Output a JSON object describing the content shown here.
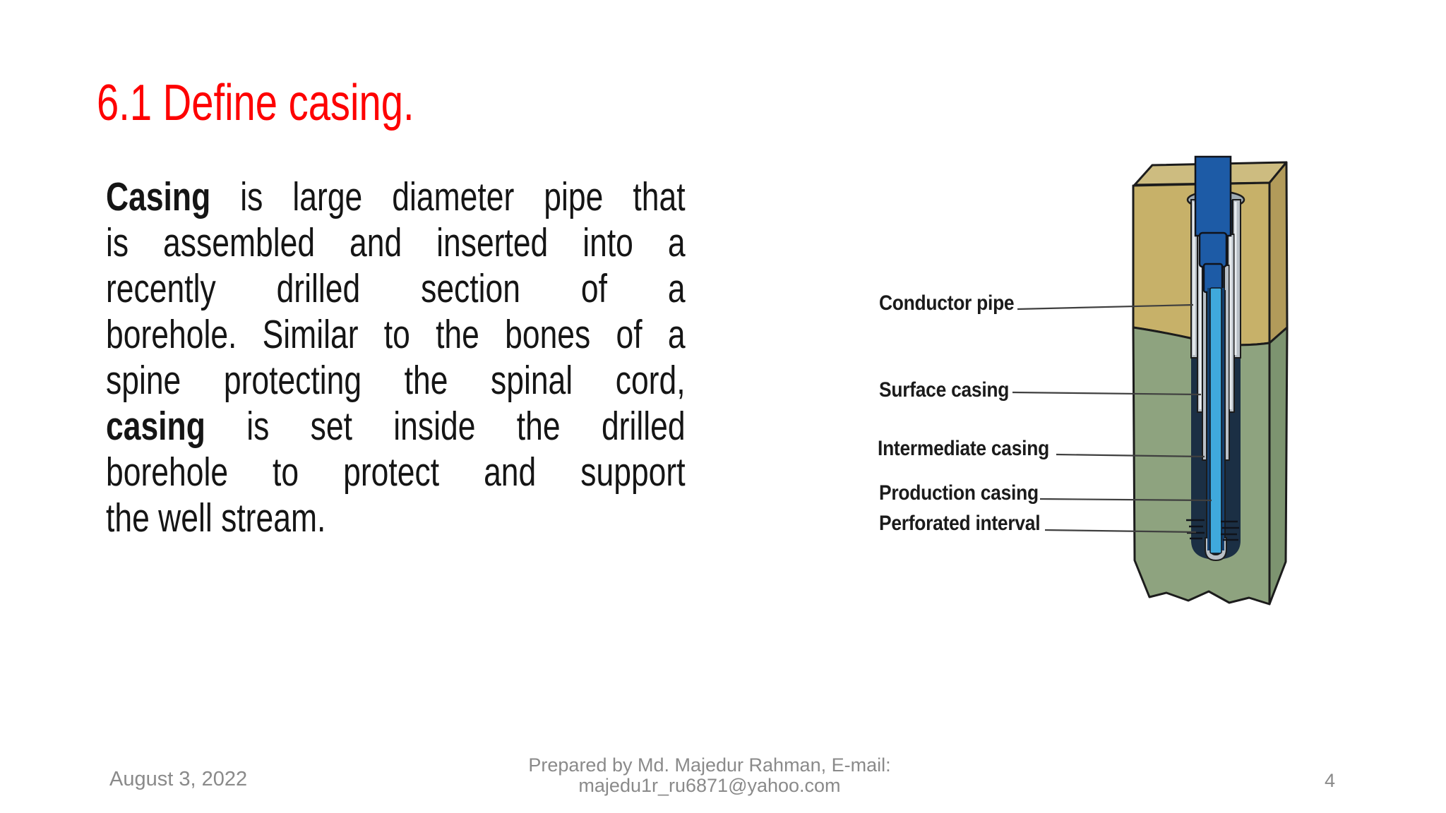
{
  "slide": {
    "title": "6.1 Define casing.",
    "body_lines": [
      {
        "segments": [
          {
            "text": "Casing",
            "bold": true
          },
          {
            "text": " is large diameter pipe that",
            "bold": false
          }
        ]
      },
      {
        "segments": [
          {
            "text": "is assembled and inserted into a",
            "bold": false
          }
        ]
      },
      {
        "segments": [
          {
            "text": "recently drilled section of a",
            "bold": false
          }
        ]
      },
      {
        "segments": [
          {
            "text": "borehole. Similar to the bones of a",
            "bold": false
          }
        ]
      },
      {
        "segments": [
          {
            "text": "spine protecting the spinal cord,",
            "bold": false
          }
        ]
      },
      {
        "segments": [
          {
            "text": "casing",
            "bold": true
          },
          {
            "text": " is set inside the drilled",
            "bold": false
          }
        ]
      },
      {
        "segments": [
          {
            "text": "borehole to protect and support",
            "bold": false
          }
        ]
      },
      {
        "segments": [
          {
            "text": "the well stream.",
            "bold": false
          }
        ]
      }
    ],
    "footer": {
      "date": "August 3, 2022",
      "credit_line1": "Prepared by Md. Majedur Rahman, E-mail:",
      "credit_line2": "majedu1r_ru6871@yahoo.com",
      "page_number": "4"
    }
  },
  "diagram": {
    "labels": [
      {
        "text": "Conductor pipe"
      },
      {
        "text": "Surface casing"
      },
      {
        "text": "Intermediate casing"
      },
      {
        "text": "Production casing"
      },
      {
        "text": "Perforated interval"
      }
    ],
    "colors": {
      "title_red": "#fe0000",
      "soil_tan_top": "#cdbc80",
      "soil_tan_front": "#c7b169",
      "soil_tan_side": "#b29b5a",
      "soil_green_front": "#8ea37f",
      "soil_green_side": "#7d9470",
      "casing_gray": "#b9c0c7",
      "pipe_dark_blue": "#1d5ba6",
      "tubing_cyan": "#3fa9dc",
      "hole_dark": "#1b2f44",
      "footer_gray": "#8a8a8a",
      "outline_black": "#1c1c1c"
    }
  }
}
